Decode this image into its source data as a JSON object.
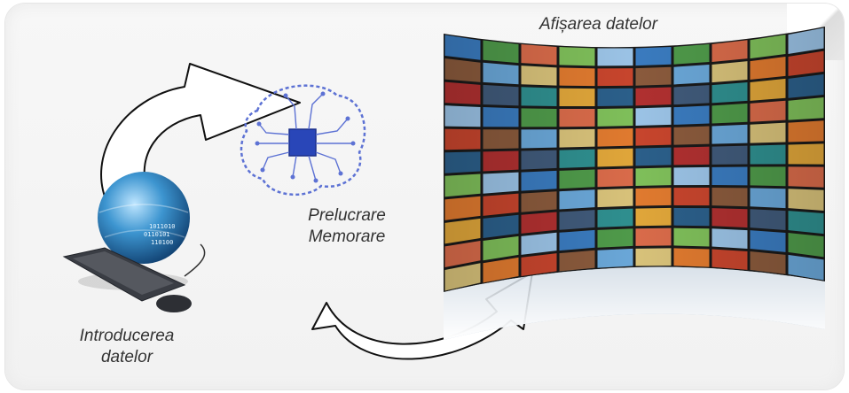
{
  "labels": {
    "display": "Afișarea datelor",
    "process_line1": "Prelucrare",
    "process_line2": "Memorare",
    "input_line1": "Introducerea",
    "input_line2": "datelor"
  },
  "colors": {
    "globe": "#2f7fb8",
    "brain": "#4d63c9",
    "chip": "#2946b8",
    "keyboard": "#3a3d44",
    "arrow_stroke": "#111111"
  },
  "icons": [
    "computer-globe-icon",
    "brain-circuit-icon",
    "video-wall-icon"
  ]
}
